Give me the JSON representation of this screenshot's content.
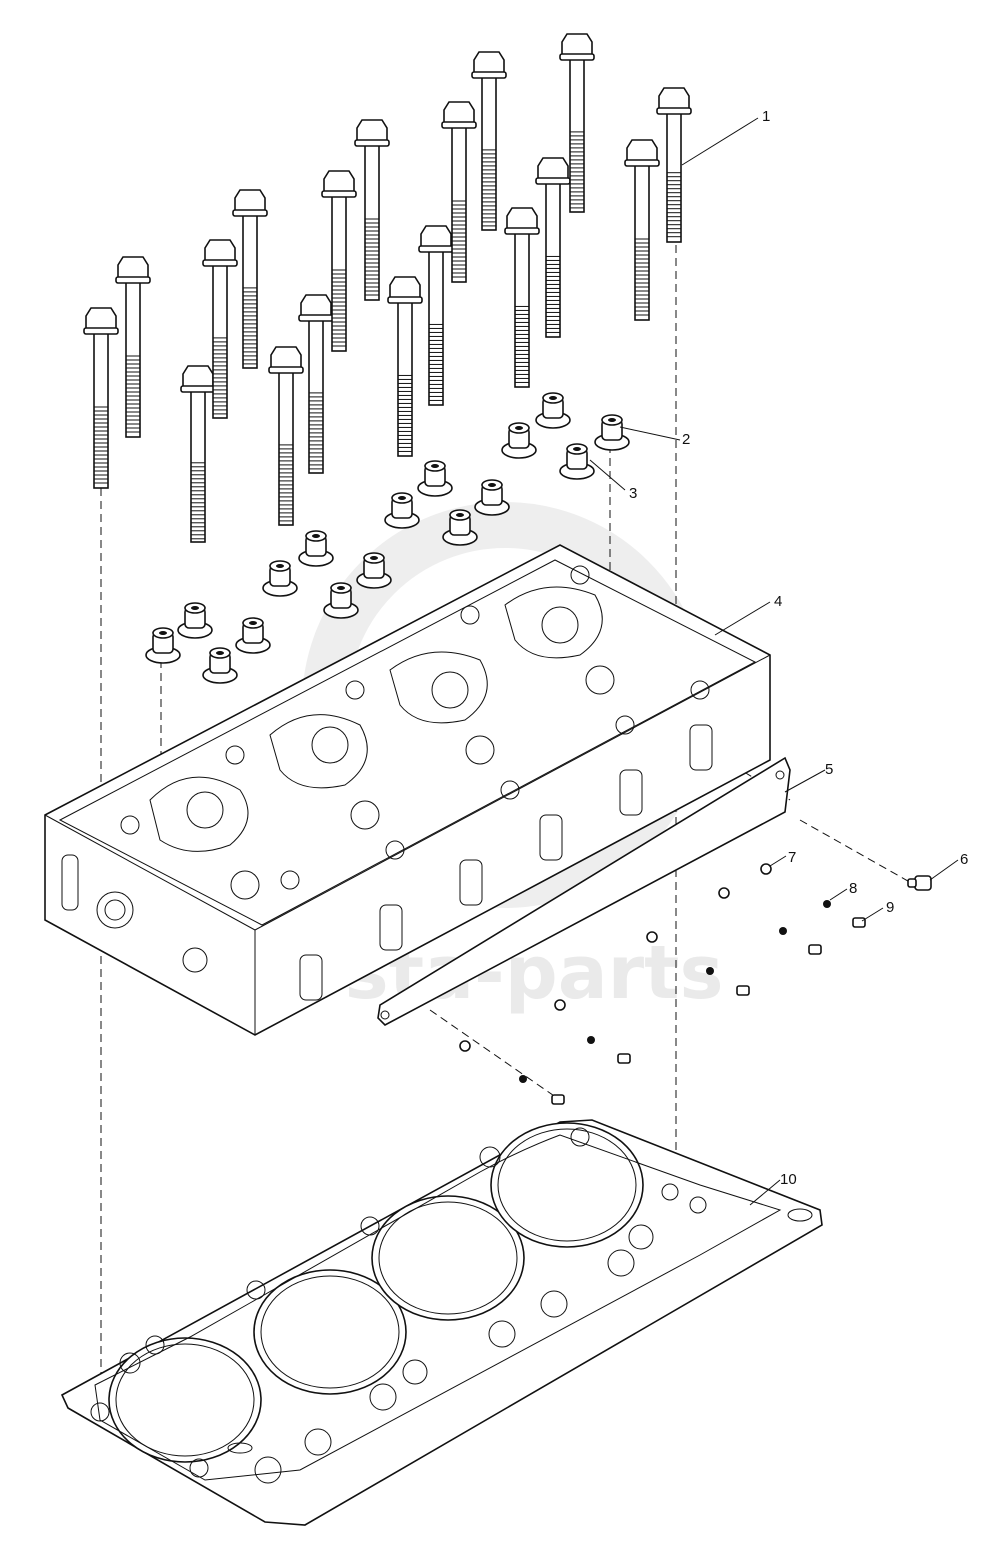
{
  "diagram": {
    "watermark": "ersta-parts",
    "callouts": [
      {
        "label": "1"
      },
      {
        "label": "2"
      },
      {
        "label": "3"
      },
      {
        "label": "4"
      },
      {
        "label": "5"
      },
      {
        "label": "6"
      },
      {
        "label": "7"
      },
      {
        "label": "8"
      },
      {
        "label": "9"
      },
      {
        "label": "10"
      }
    ]
  }
}
